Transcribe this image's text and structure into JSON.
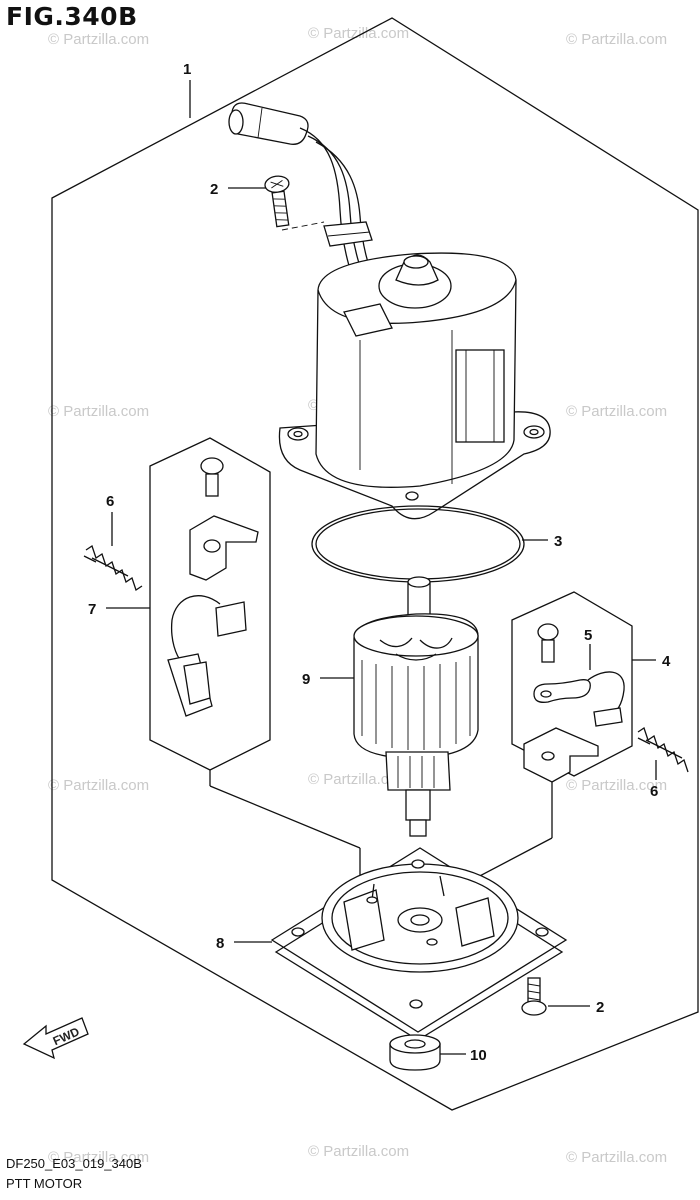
{
  "header": {
    "title": "FIG.340B"
  },
  "footer": {
    "code": "DF250_E03_019_340B",
    "name": "PTT MOTOR"
  },
  "watermark": "© Partzilla.com",
  "fwd_label": "FWD",
  "callouts": {
    "c1": "1",
    "c2a": "2",
    "c2b": "2",
    "c3": "3",
    "c4": "4",
    "c5": "5",
    "c6a": "6",
    "c6b": "6",
    "c7": "7",
    "c8": "8",
    "c9": "9",
    "c10": "10"
  }
}
